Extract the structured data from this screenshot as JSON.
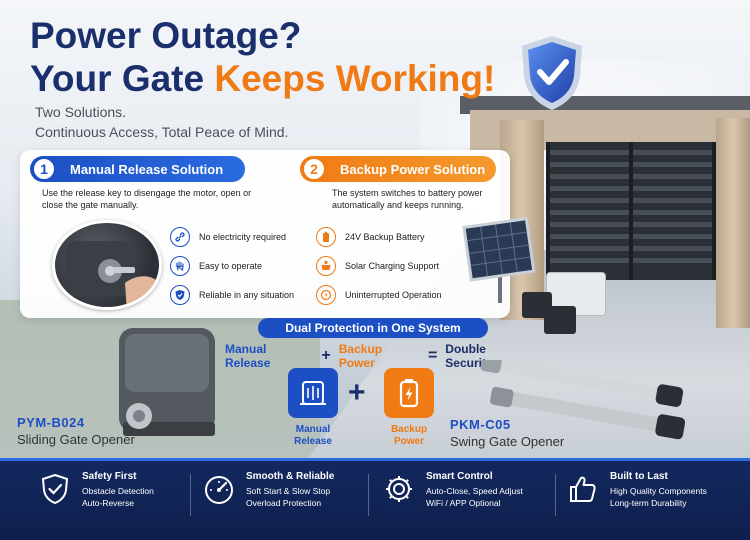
{
  "headline": {
    "line1": "Power Outage?",
    "line2_prefix": "Your Gate ",
    "line2_highlight": "Keeps Working!"
  },
  "subhead": {
    "line1": "Two Solutions.",
    "line2": "Continuous Access, Total Peace of Mind."
  },
  "solutions": {
    "manual": {
      "number": "1",
      "title": "Manual Release Solution",
      "description": "Use the release key to disengage the motor, open or close the gate manually.",
      "features": [
        {
          "icon": "chain-link-icon",
          "label": "No electricity required"
        },
        {
          "icon": "hand-icon",
          "label": "Easy to operate"
        },
        {
          "icon": "shield-check-icon",
          "label": "Reliable in any situation"
        }
      ]
    },
    "backup": {
      "number": "2",
      "title": "Backup Power Solution",
      "description": "The system switches to battery power automatically and keeps running.",
      "features": [
        {
          "icon": "battery-icon",
          "label": "24V Backup Battery"
        },
        {
          "icon": "solar-panel-icon",
          "label": "Solar Charging Support"
        },
        {
          "icon": "power-icon",
          "label": "Uninterrupted Operation"
        }
      ]
    }
  },
  "dual": {
    "banner": "Dual Protection in One System",
    "term1": "Manual Release",
    "op1": "+",
    "term2": "Backup Power",
    "op2": "=",
    "result": "Double Security",
    "tile1_label_l1": "Manual",
    "tile1_label_l2": "Release",
    "tile2_label_l1": "Backup",
    "tile2_label_l2": "Power",
    "tile_plus": "+"
  },
  "products": {
    "sliding": {
      "model": "PYM-B024",
      "name": "Sliding Gate Opener"
    },
    "swing": {
      "model": "PKM-C05",
      "name": "Swing Gate Opener"
    }
  },
  "features_bar": [
    {
      "icon": "shield-check-icon",
      "title": "Safety First",
      "line1": "Obstacle Detection",
      "line2": "Auto-Reverse"
    },
    {
      "icon": "speedometer-icon",
      "title": "Smooth & Reliable",
      "line1": "Soft Start & Slow Stop",
      "line2": "Overload Protection"
    },
    {
      "icon": "gear-icon",
      "title": "Smart Control",
      "line1": "Auto-Close, Speed Adjust",
      "line2": "WiFi / APP Optional"
    },
    {
      "icon": "thumbs-up-icon",
      "title": "Built to Last",
      "line1": "High Quality Components",
      "line2": "Long-term Durability"
    }
  ],
  "colors": {
    "navy": "#1a2f6b",
    "blue": "#1d4fc4",
    "orange": "#f07a14",
    "bar": "#13295f"
  }
}
